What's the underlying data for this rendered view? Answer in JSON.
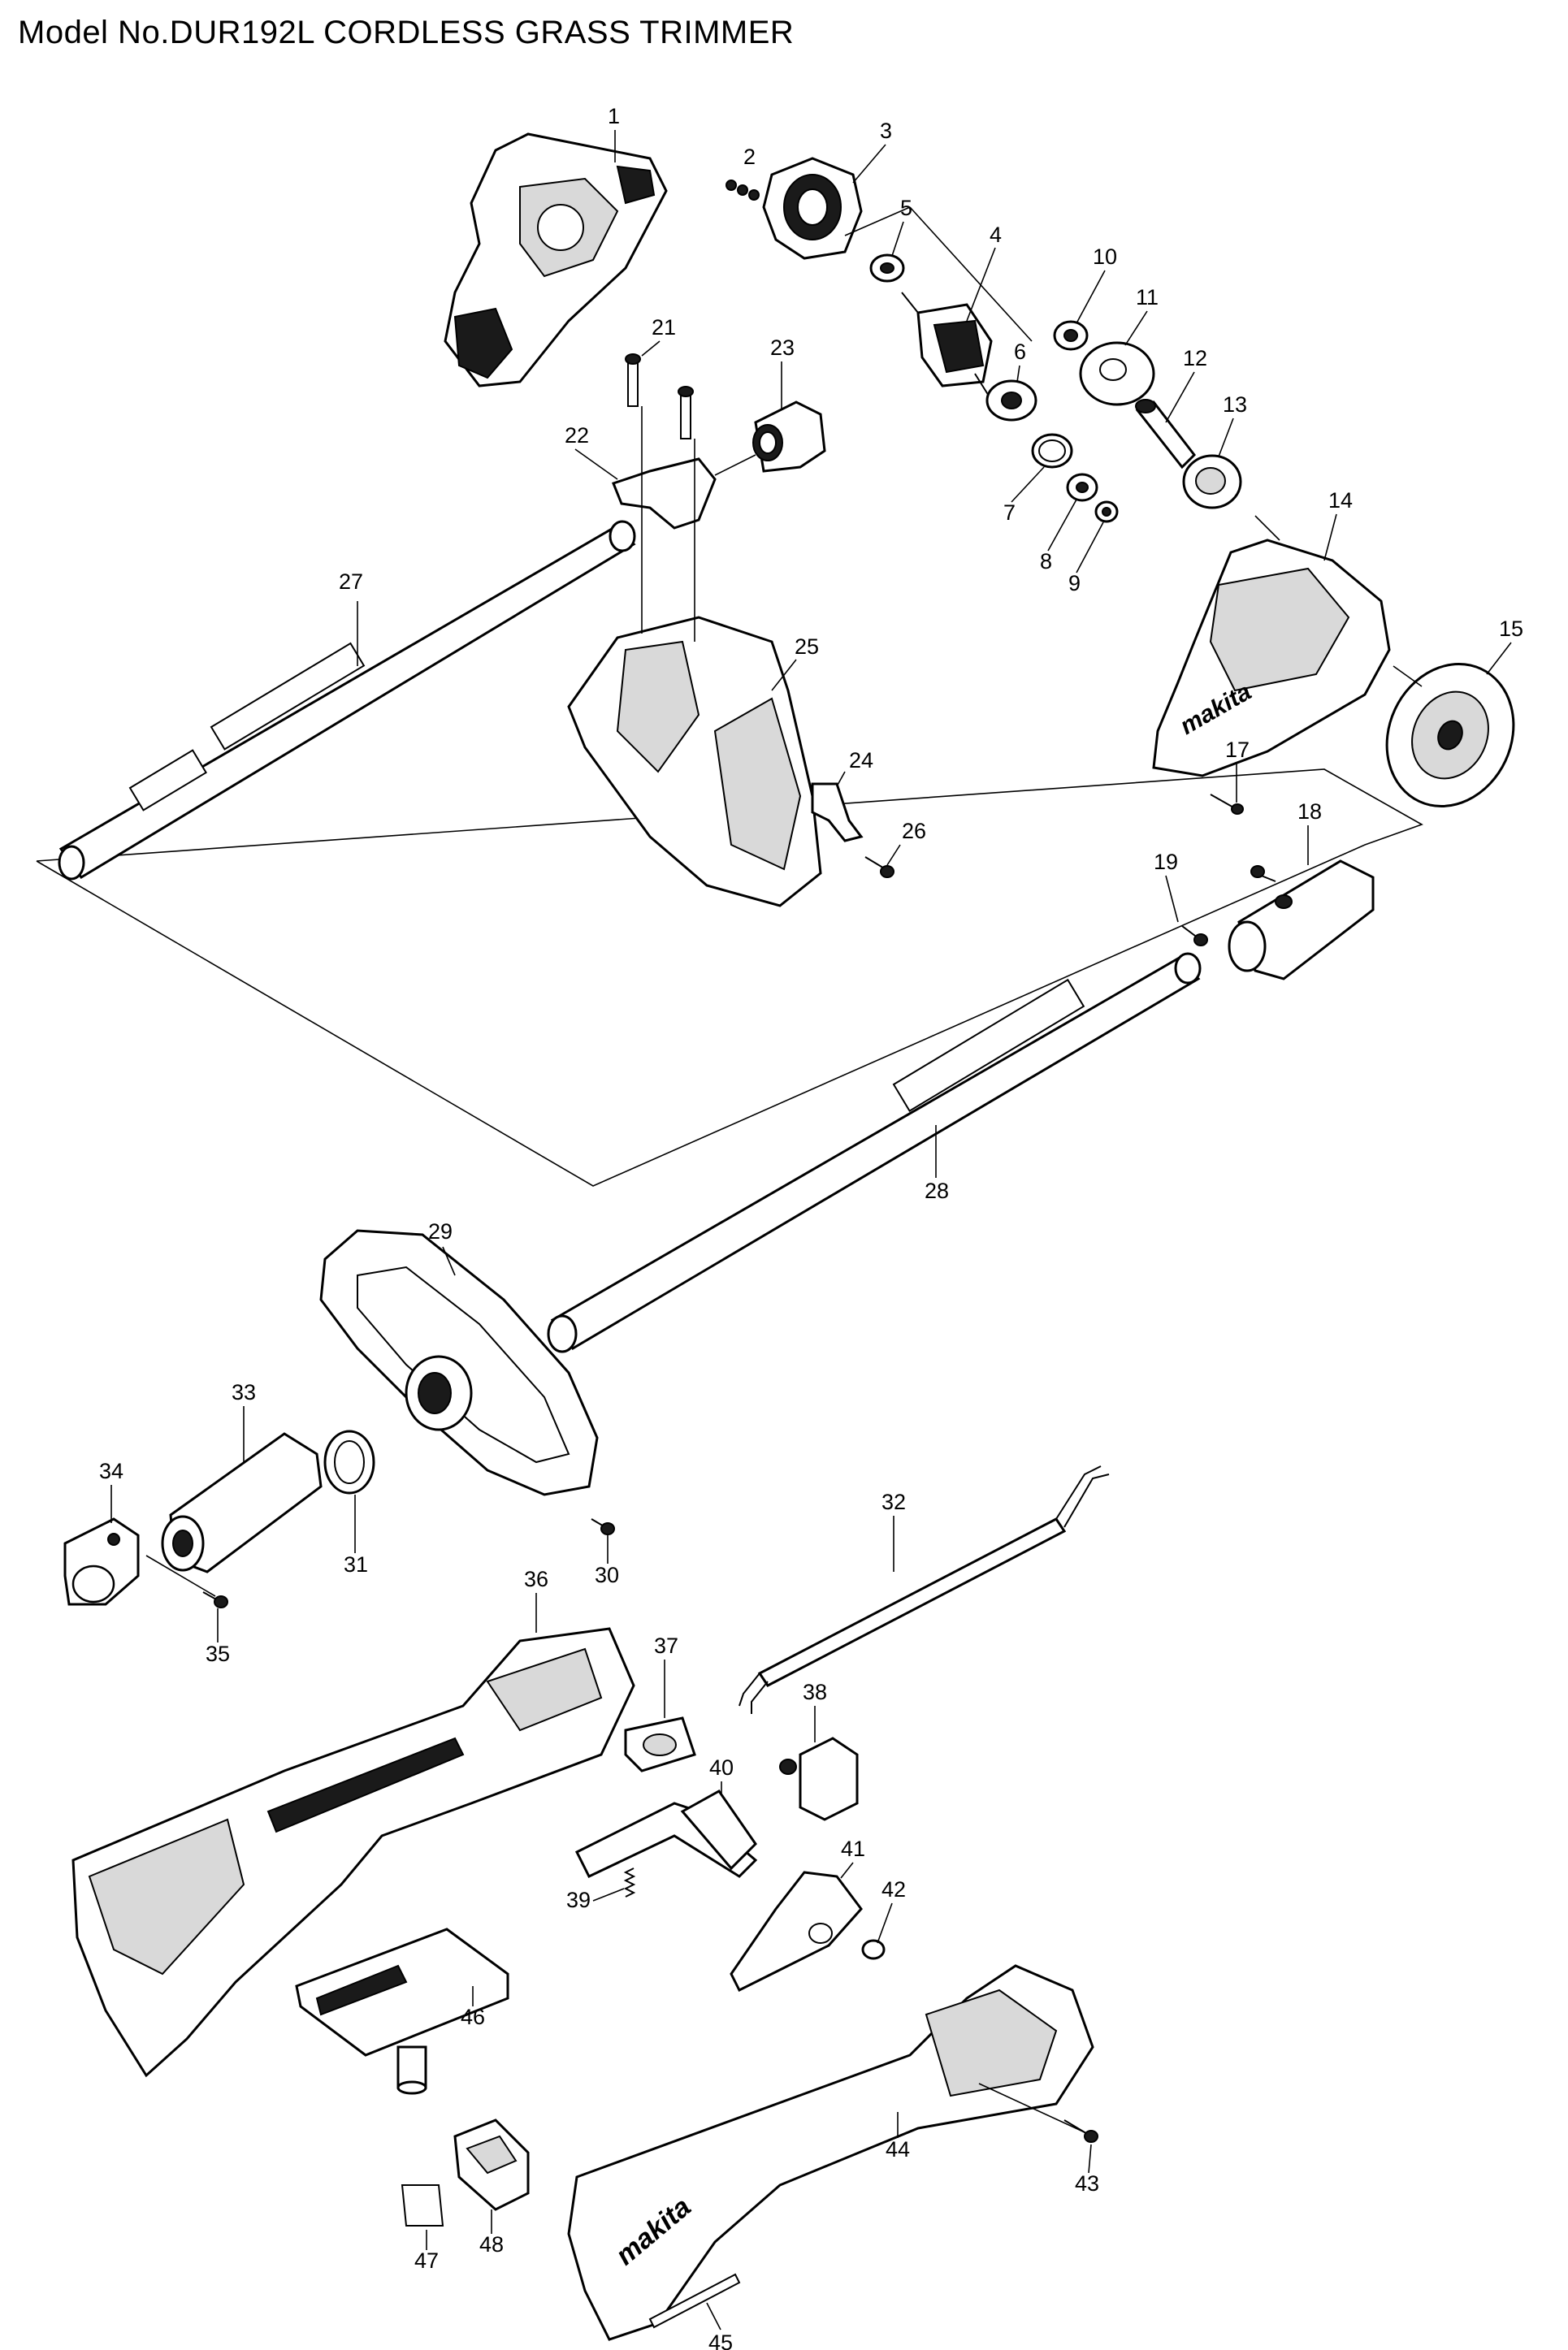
{
  "title": "Model No.DUR192L CORDLESS GRASS TRIMMER",
  "callouts": [
    "1",
    "2",
    "3",
    "4",
    "5",
    "6",
    "7",
    "8",
    "9",
    "10",
    "11",
    "12",
    "13",
    "14",
    "15",
    "17",
    "18",
    "19",
    "21",
    "22",
    "23",
    "24",
    "25",
    "26",
    "27",
    "28",
    "29",
    "30",
    "31",
    "32",
    "33",
    "34",
    "35",
    "36",
    "37",
    "38",
    "39",
    "40",
    "41",
    "42",
    "43",
    "44",
    "45",
    "46",
    "47",
    "48"
  ],
  "brand_marks": [
    "makita",
    "makita"
  ]
}
